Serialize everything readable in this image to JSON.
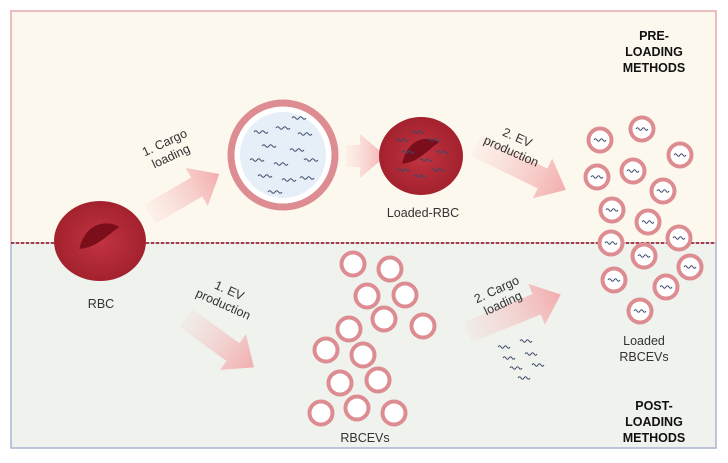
{
  "panels": {
    "pre": {
      "title_lines": [
        "PRE-",
        "LOADING",
        "METHODS"
      ],
      "bg": "#fdf8ee",
      "border": "#e3a9ad"
    },
    "post": {
      "title_lines": [
        "POST-",
        "LOADING",
        "METHODS"
      ],
      "bg": "#eff2ed",
      "border": "#a9b4d3"
    },
    "divider_color": "#b03a44"
  },
  "labels": {
    "rbc": "RBC",
    "loaded_rbc": "Loaded-RBC",
    "rbcevs": "RBCEVs",
    "loaded_rbcevs_line1": "Loaded",
    "loaded_rbcevs_line2": "RBCEVs"
  },
  "steps": {
    "pre_step1": [
      "1. Cargo",
      "loading"
    ],
    "pre_step2": [
      "2. EV",
      "production"
    ],
    "post_step1": [
      "1. EV",
      "production"
    ],
    "post_step2": [
      "2. Cargo",
      "loading"
    ]
  },
  "colors": {
    "rbc_dark": "#a3222e",
    "rbc_light": "#c8404a",
    "ev_ring": "#dd8d91",
    "arrow": "#f3b7b7",
    "cargo": "#3b4a6b"
  }
}
